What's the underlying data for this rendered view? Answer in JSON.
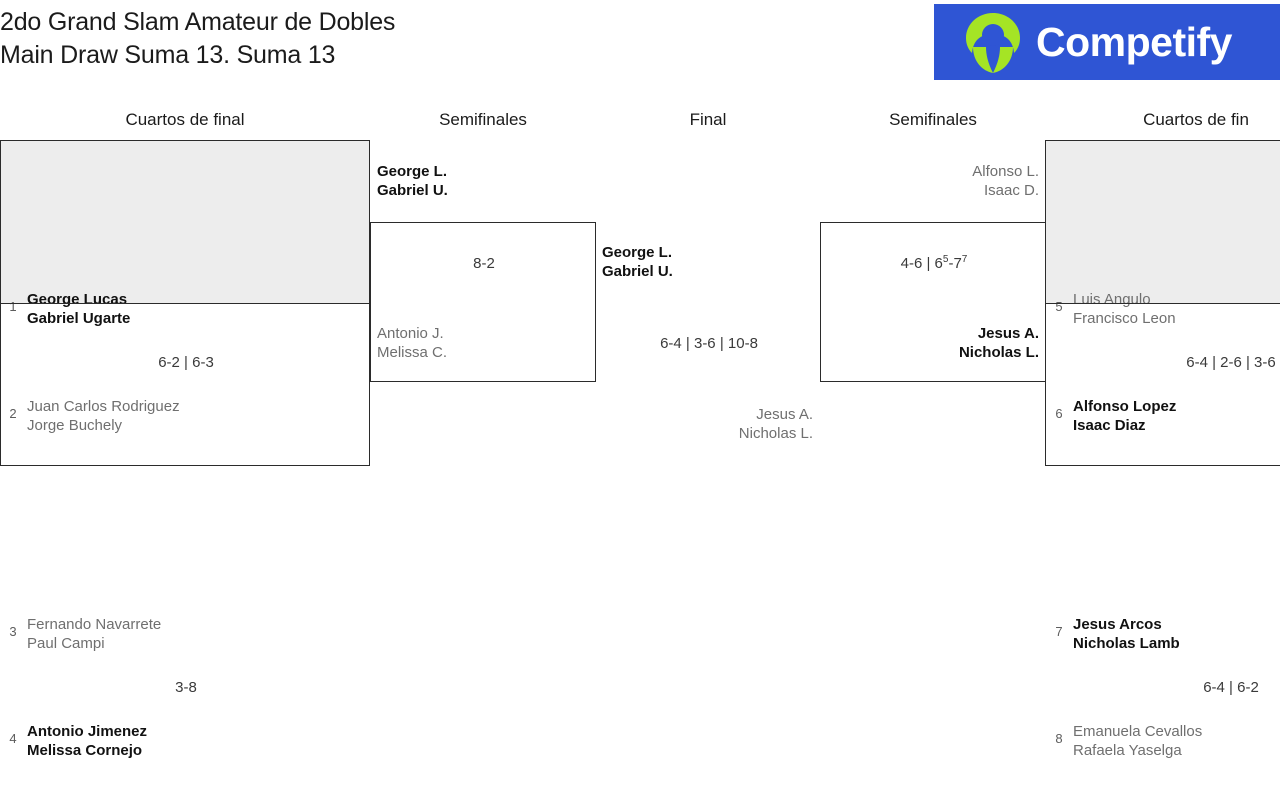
{
  "header": {
    "title_line1": "2do Grand Slam Amateur de Dobles",
    "title_line2": "Main Draw Suma 13. Suma 13",
    "logo_text": "Competify",
    "logo_bg": "#2f55d4",
    "logo_mark_color": "#a5e425"
  },
  "rounds": {
    "qf_left": "Cuartos de final",
    "sf_left": "Semifinales",
    "final": "Final",
    "sf_right": "Semifinales",
    "qf_right": "Cuartos de fin"
  },
  "bracket": {
    "qf_left": [
      {
        "team_a": {
          "seed": "1",
          "p1": "George Lucas",
          "p2": "Gabriel Ugarte",
          "result": "winner"
        },
        "team_b": {
          "seed": "2",
          "p1": "Juan Carlos Rodriguez",
          "p2": "Jorge Buchely",
          "result": "loser"
        },
        "score": "6-2 | 6-3"
      },
      {
        "team_a": {
          "seed": "3",
          "p1": "Fernando Navarrete",
          "p2": "Paul Campi",
          "result": "loser"
        },
        "team_b": {
          "seed": "4",
          "p1": "Antonio Jimenez",
          "p2": "Melissa Cornejo",
          "result": "winner"
        },
        "score": "3-8"
      }
    ],
    "sf_left": {
      "team_a": {
        "p1": "George L.",
        "p2": "Gabriel U.",
        "result": "winner"
      },
      "team_b": {
        "p1": "Antonio J.",
        "p2": "Melissa C.",
        "result": "loser"
      },
      "score": "8-2"
    },
    "final": {
      "team_a": {
        "p1": "George L.",
        "p2": "Gabriel U.",
        "result": "winner"
      },
      "team_b": {
        "p1": "Jesus A.",
        "p2": "Nicholas L.",
        "result": "loser"
      },
      "score": "6-4 | 3-6 | 10-8"
    },
    "sf_right": {
      "team_a": {
        "p1": "Alfonso L.",
        "p2": "Isaac D.",
        "result": "loser"
      },
      "team_b": {
        "p1": "Jesus A.",
        "p2": "Nicholas L.",
        "result": "winner"
      },
      "score_prefix": "4-6 | 6",
      "score_sup1": "5",
      "score_mid": "-7",
      "score_sup2": "7"
    },
    "qf_right": [
      {
        "team_a": {
          "seed": "5",
          "p1": "Luis Angulo",
          "p2": "Francisco Leon",
          "result": "loser"
        },
        "team_b": {
          "seed": "6",
          "p1": "Alfonso Lopez",
          "p2": "Isaac Diaz",
          "result": "winner"
        },
        "score": "6-4 | 2-6 | 3-6"
      },
      {
        "team_a": {
          "seed": "7",
          "p1": "Jesus Arcos",
          "p2": "Nicholas Lamb",
          "result": "winner"
        },
        "team_b": {
          "seed": "8",
          "p1": "Emanuela Cevallos",
          "p2": "Rafaela Yaselga",
          "result": "loser"
        },
        "score": "6-4 | 6-2"
      }
    ]
  }
}
